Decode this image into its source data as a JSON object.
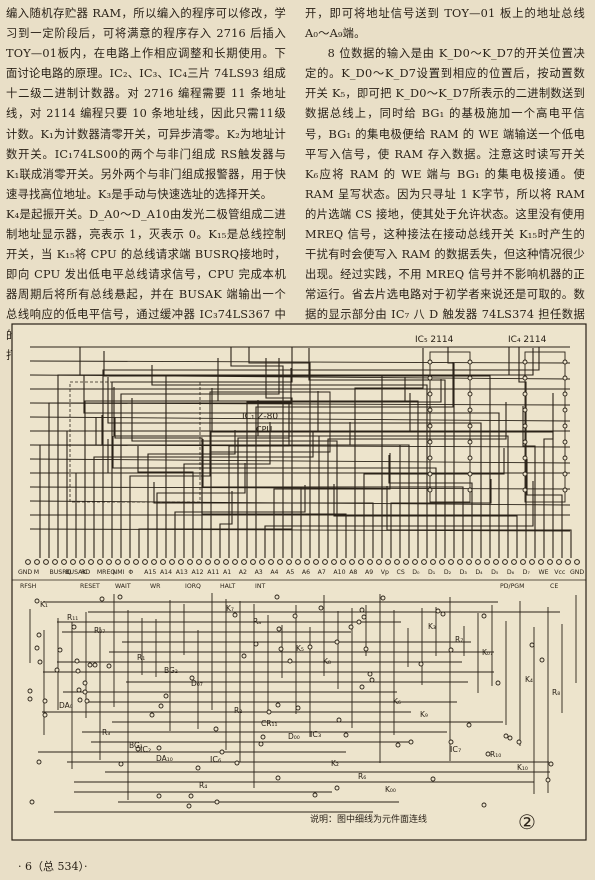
{
  "article": {
    "left_paragraphs": [
      "编入随机存贮器 RAM，所以编入的程序可以修改，学习到一定阶段后，可将满意的程序存入 2716 后插入 TOY—01板内，在电路上作相应调整和长期使用。下面讨论电路的原理。IC₂、IC₃、IC₄三片 74LS93 组成十二级二进制计数器。对 2716 编程需要 11 条地址线，对 2114 编程只要 10 条地址线，因此只需11级计数。K₁为计数器清零开关，可异步清零。K₂为地址计数开关。IC₁74LS00的两个与非门组成 RS触发器与K₁联成消零开关。另外两个与非门组成报警器，用于快速寻找高位地址。K₃是手动与快速选址的选择开关。",
      "K₄是起振开关。D_A0～D_A10由发光二极管组成二进制地址显示器，亮表示 1，灭表示 0。K₁₅是总线控制开关，当 K₁₅将 CPU 的总线请求端 BUSRQ接地时，即向 CPU 发出低电平总线请求信号，CPU 完成本机器周期后将所有总线悬起，并在 BUSAK 端输出一个总线响应的低电平信号，通过缓冲器 IC₃74LS367 中的一个门后，将两片 IC₅、IC₆74LS376 中的十个门打"
    ],
    "right_paragraphs": [
      "开，即可将地址信号送到 TOY—01 板上的地址总线 A₀～A₉端。",
      "8 位数据的输入是由 K_D0～K_D7的开关位置决定的。K_D0～K_D7设置到相应的位置后，按动置数开关 K₅，即可把 K_D0～K_D7所表示的二进制数送到数据总线上，同时给 BG₁ 的基极施加一个高电平信号，BG₁ 的集电极便给 RAM 的 WE 端输送一个低电平写入信号，使 RAM 存入数据。注意这时读写开关 K₆应将 RAM 的 WE 端与 BG₁ 的集电极接通。使 RAM 呈写状态。因为只寻址 1 K字节，所以将 RAM 的片选端 CS 接地，使其处于允许状态。这里没有使用 MREQ 信号，这种接法在接动总线开关 K₁₅时产生的干扰有时会使写入 RAM 的数据丢失，但这种情况很少出现。经过实践，不用 MREQ 信号并不影响机器的正常运行。省去片选电路对于初学者来说还是可取的。数据的显示部分由 IC₇ 八 D 触发器 74LS374 担任数据锁存，D_D0～D_D7绿色发光二极管担任数据显示，亮表"
    ]
  },
  "figure": {
    "ic_labels": [
      {
        "id": "ic5",
        "text": "IC₅ 2114"
      },
      {
        "id": "ic4",
        "text": "IC₄ 2114"
      },
      {
        "id": "ic1",
        "text": "IC₁ Z-80"
      },
      {
        "id": "cpu",
        "text": "CPU"
      },
      {
        "id": "ic3",
        "text": "IC₃"
      },
      {
        "id": "ic7",
        "text": "IC₇"
      },
      {
        "id": "ic2",
        "text": "IC₂"
      },
      {
        "id": "ic6",
        "text": "IC₆"
      }
    ],
    "bus_row1": [
      "GND",
      "M",
      "BUSRQ",
      "BUSAK",
      "RD",
      "MREQ",
      "NMI",
      "Φ",
      "A15",
      "A14",
      "A13",
      "A12",
      "A11",
      "A1",
      "A2",
      "A3",
      "A4",
      "A5",
      "A6",
      "A7",
      "A10",
      "A8",
      "A9",
      "Vp",
      "CS",
      "D₀",
      "D₁",
      "D₂",
      "D₃",
      "D₄",
      "D₅",
      "D₆",
      "D₇",
      "WE",
      "Vcc",
      "GND"
    ],
    "bus_row2": [
      "RFSH",
      "RESET",
      "WAIT",
      "WR",
      "IORQ",
      "HALT",
      "INT",
      "PD/PGM",
      "CE"
    ],
    "component_labels": [
      "K₁",
      "R₁",
      "R₂",
      "K₂",
      "K₃",
      "K₄",
      "R₃",
      "R₄",
      "K₅",
      "K₆",
      "R₁₀",
      "R₁₁",
      "BG₂",
      "CR₁₁",
      "R₆",
      "R₇",
      "R₈",
      "BG₁",
      "K₇",
      "K₈",
      "K₉",
      "K₁₀",
      "R₀₇",
      "D₀₇",
      "D₀₀",
      "K₀₀",
      "K₀₇",
      "DA₀",
      "DA₁₀",
      "Rₐ"
    ],
    "caption": "说明：图中细线为元件面连线",
    "figure_number": "②"
  },
  "footer": {
    "page_label": "· 6（总 534）·"
  }
}
